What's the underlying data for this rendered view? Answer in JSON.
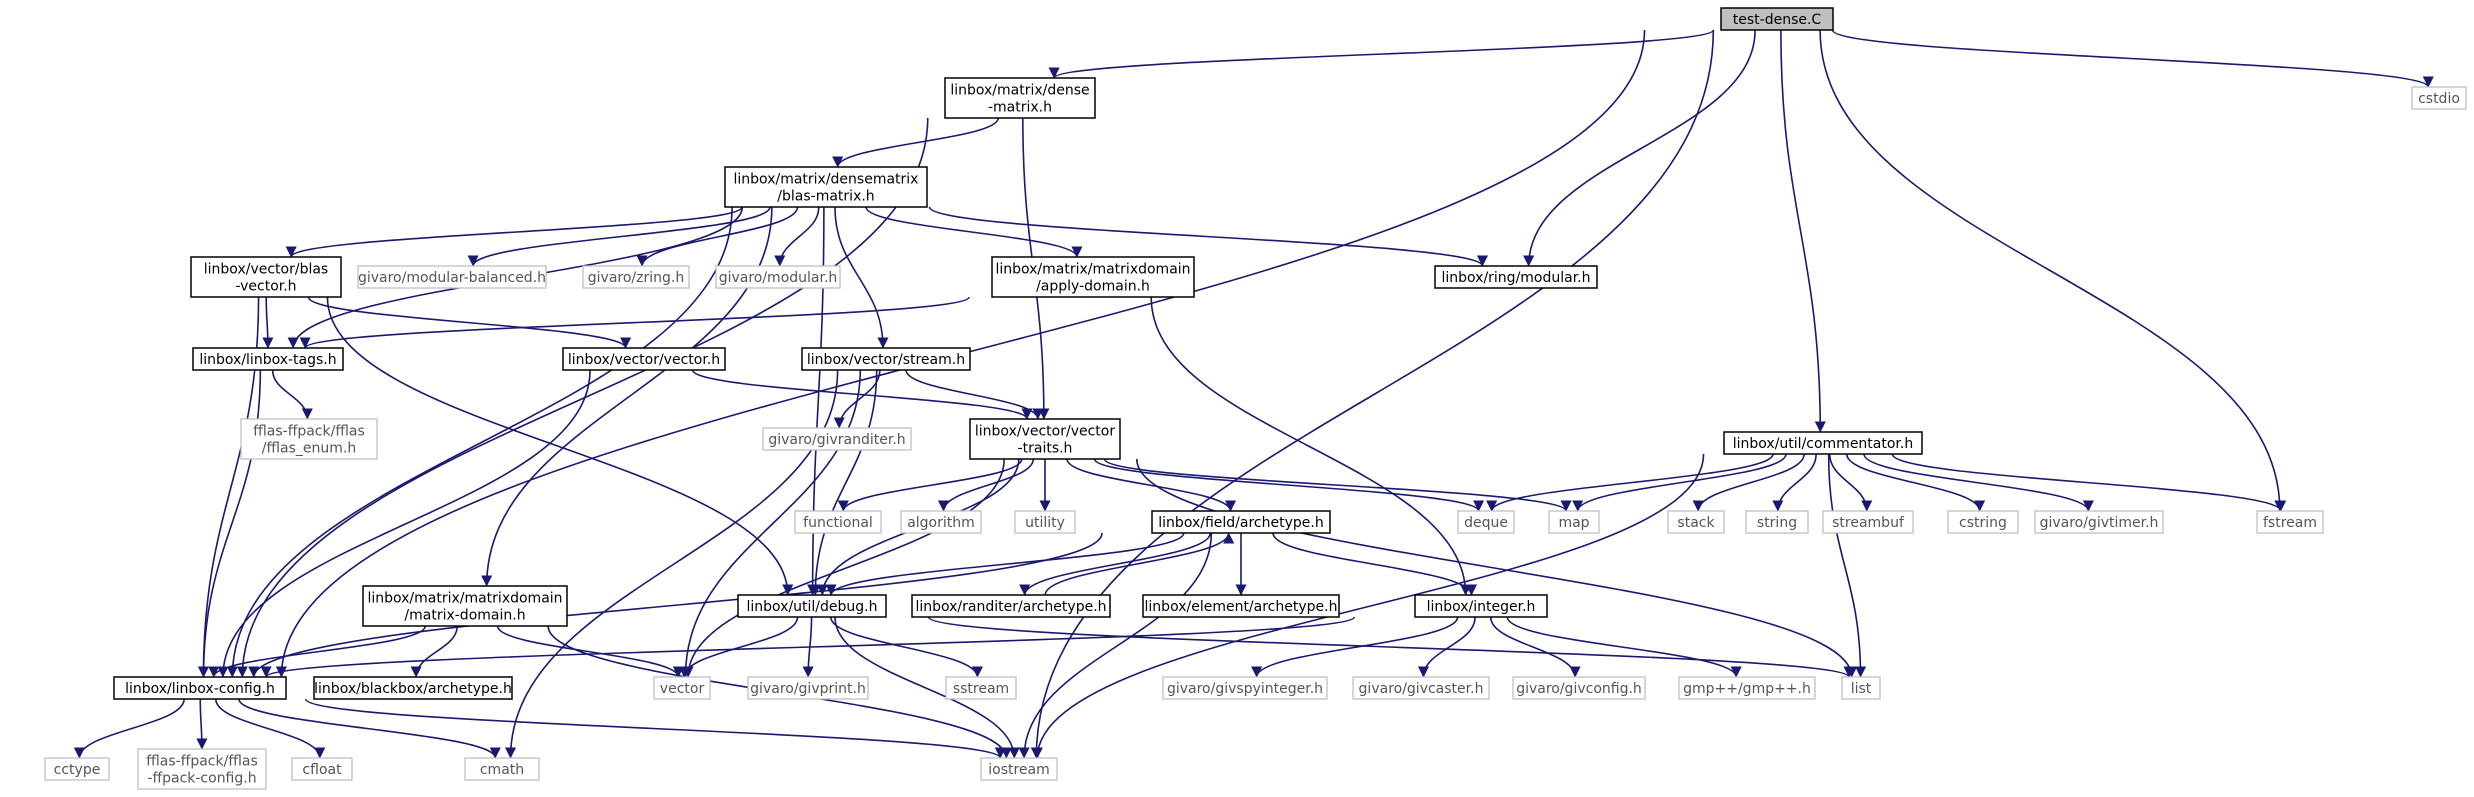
{
  "graph": {
    "nodes": [
      {
        "id": "test_dense",
        "label": [
          "test-dense.C"
        ],
        "kind": "header"
      },
      {
        "id": "dense_matrix",
        "label": [
          "linbox/matrix/dense",
          "-matrix.h"
        ],
        "kind": "local"
      },
      {
        "id": "cstdio",
        "label": [
          "cstdio"
        ],
        "kind": "system"
      },
      {
        "id": "blas_matrix",
        "label": [
          "linbox/matrix/densematrix",
          "/blas-matrix.h"
        ],
        "kind": "local"
      },
      {
        "id": "blas_vector",
        "label": [
          "linbox/vector/blas",
          "-vector.h"
        ],
        "kind": "local"
      },
      {
        "id": "modular_balanced",
        "label": [
          "givaro/modular-balanced.h"
        ],
        "kind": "system"
      },
      {
        "id": "zring",
        "label": [
          "givaro/zring.h"
        ],
        "kind": "system"
      },
      {
        "id": "givaro_modular",
        "label": [
          "givaro/modular.h"
        ],
        "kind": "system"
      },
      {
        "id": "apply_domain",
        "label": [
          "linbox/matrix/matrixdomain",
          "/apply-domain.h"
        ],
        "kind": "local"
      },
      {
        "id": "ring_modular",
        "label": [
          "linbox/ring/modular.h"
        ],
        "kind": "local"
      },
      {
        "id": "linbox_tags",
        "label": [
          "linbox/linbox-tags.h"
        ],
        "kind": "local"
      },
      {
        "id": "vector_h",
        "label": [
          "linbox/vector/vector.h"
        ],
        "kind": "local"
      },
      {
        "id": "stream_h",
        "label": [
          "linbox/vector/stream.h"
        ],
        "kind": "local"
      },
      {
        "id": "fflas_enum",
        "label": [
          "fflas-ffpack/fflas",
          "/fflas_enum.h"
        ],
        "kind": "system"
      },
      {
        "id": "givranditer",
        "label": [
          "givaro/givranditer.h"
        ],
        "kind": "system"
      },
      {
        "id": "vector_traits",
        "label": [
          "linbox/vector/vector",
          "-traits.h"
        ],
        "kind": "local"
      },
      {
        "id": "commentator",
        "label": [
          "linbox/util/commentator.h"
        ],
        "kind": "local"
      },
      {
        "id": "functional",
        "label": [
          "functional"
        ],
        "kind": "system"
      },
      {
        "id": "algorithm",
        "label": [
          "algorithm"
        ],
        "kind": "system"
      },
      {
        "id": "utility",
        "label": [
          "utility"
        ],
        "kind": "system"
      },
      {
        "id": "field_archetype",
        "label": [
          "linbox/field/archetype.h"
        ],
        "kind": "local"
      },
      {
        "id": "deque",
        "label": [
          "deque"
        ],
        "kind": "system"
      },
      {
        "id": "map",
        "label": [
          "map"
        ],
        "kind": "system"
      },
      {
        "id": "stack",
        "label": [
          "stack"
        ],
        "kind": "system"
      },
      {
        "id": "string",
        "label": [
          "string"
        ],
        "kind": "system"
      },
      {
        "id": "streambuf",
        "label": [
          "streambuf"
        ],
        "kind": "system"
      },
      {
        "id": "cstring",
        "label": [
          "cstring"
        ],
        "kind": "system"
      },
      {
        "id": "givtimer",
        "label": [
          "givaro/givtimer.h"
        ],
        "kind": "system"
      },
      {
        "id": "fstream",
        "label": [
          "fstream"
        ],
        "kind": "system"
      },
      {
        "id": "matrix_domain",
        "label": [
          "linbox/matrix/matrixdomain",
          "/matrix-domain.h"
        ],
        "kind": "local"
      },
      {
        "id": "debug_h",
        "label": [
          "linbox/util/debug.h"
        ],
        "kind": "local"
      },
      {
        "id": "randiter_archetype",
        "label": [
          "linbox/randiter/archetype.h"
        ],
        "kind": "local"
      },
      {
        "id": "element_archetype",
        "label": [
          "linbox/element/archetype.h"
        ],
        "kind": "local"
      },
      {
        "id": "integer_h",
        "label": [
          "linbox/integer.h"
        ],
        "kind": "local"
      },
      {
        "id": "linbox_config",
        "label": [
          "linbox/linbox-config.h"
        ],
        "kind": "local"
      },
      {
        "id": "blackbox_archetype",
        "label": [
          "linbox/blackbox/archetype.h"
        ],
        "kind": "local"
      },
      {
        "id": "vector_std",
        "label": [
          "vector"
        ],
        "kind": "system"
      },
      {
        "id": "givprint",
        "label": [
          "givaro/givprint.h"
        ],
        "kind": "system"
      },
      {
        "id": "sstream",
        "label": [
          "sstream"
        ],
        "kind": "system"
      },
      {
        "id": "givspyinteger",
        "label": [
          "givaro/givspyinteger.h"
        ],
        "kind": "system"
      },
      {
        "id": "givcaster",
        "label": [
          "givaro/givcaster.h"
        ],
        "kind": "system"
      },
      {
        "id": "givconfig",
        "label": [
          "givaro/givconfig.h"
        ],
        "kind": "system"
      },
      {
        "id": "gmpxx",
        "label": [
          "gmp++/gmp++.h"
        ],
        "kind": "system"
      },
      {
        "id": "list",
        "label": [
          "list"
        ],
        "kind": "system"
      },
      {
        "id": "cctype",
        "label": [
          "cctype"
        ],
        "kind": "system"
      },
      {
        "id": "fflas_config",
        "label": [
          "fflas-ffpack/fflas",
          "-ffpack-config.h"
        ],
        "kind": "system"
      },
      {
        "id": "cfloat",
        "label": [
          "cfloat"
        ],
        "kind": "system"
      },
      {
        "id": "cmath",
        "label": [
          "cmath"
        ],
        "kind": "system"
      },
      {
        "id": "iostream",
        "label": [
          "iostream"
        ],
        "kind": "system"
      }
    ],
    "edges": [
      [
        "test_dense",
        "dense_matrix"
      ],
      [
        "test_dense",
        "cstdio"
      ],
      [
        "test_dense",
        "ring_modular"
      ],
      [
        "test_dense",
        "commentator"
      ],
      [
        "test_dense",
        "fstream"
      ],
      [
        "test_dense",
        "linbox_config"
      ],
      [
        "test_dense",
        "iostream"
      ],
      [
        "dense_matrix",
        "blas_matrix"
      ],
      [
        "dense_matrix",
        "linbox_config"
      ],
      [
        "dense_matrix",
        "vector_traits"
      ],
      [
        "blas_matrix",
        "blas_vector"
      ],
      [
        "blas_matrix",
        "modular_balanced"
      ],
      [
        "blas_matrix",
        "zring"
      ],
      [
        "blas_matrix",
        "givaro_modular"
      ],
      [
        "blas_matrix",
        "apply_domain"
      ],
      [
        "blas_matrix",
        "ring_modular"
      ],
      [
        "blas_matrix",
        "linbox_tags"
      ],
      [
        "blas_matrix",
        "stream_h"
      ],
      [
        "blas_matrix",
        "matrix_domain"
      ],
      [
        "blas_matrix",
        "debug_h"
      ],
      [
        "blas_matrix",
        "linbox_config"
      ],
      [
        "blas_vector",
        "linbox_tags"
      ],
      [
        "blas_vector",
        "vector_h"
      ],
      [
        "blas_vector",
        "linbox_config"
      ],
      [
        "blas_vector",
        "debug_h"
      ],
      [
        "apply_domain",
        "linbox_tags"
      ],
      [
        "apply_domain",
        "integer_h"
      ],
      [
        "linbox_tags",
        "fflas_enum"
      ],
      [
        "linbox_tags",
        "linbox_config"
      ],
      [
        "vector_h",
        "vector_traits"
      ],
      [
        "vector_h",
        "linbox_config"
      ],
      [
        "stream_h",
        "givranditer"
      ],
      [
        "stream_h",
        "vector_traits"
      ],
      [
        "stream_h",
        "vector_std"
      ],
      [
        "stream_h",
        "debug_h"
      ],
      [
        "stream_h",
        "cmath"
      ],
      [
        "vector_traits",
        "functional"
      ],
      [
        "vector_traits",
        "algorithm"
      ],
      [
        "vector_traits",
        "utility"
      ],
      [
        "vector_traits",
        "field_archetype"
      ],
      [
        "vector_traits",
        "deque"
      ],
      [
        "vector_traits",
        "map"
      ],
      [
        "vector_traits",
        "list"
      ],
      [
        "vector_traits",
        "vector_std"
      ],
      [
        "vector_traits",
        "debug_h"
      ],
      [
        "commentator",
        "deque"
      ],
      [
        "commentator",
        "map"
      ],
      [
        "commentator",
        "stack"
      ],
      [
        "commentator",
        "string"
      ],
      [
        "commentator",
        "streambuf"
      ],
      [
        "commentator",
        "cstring"
      ],
      [
        "commentator",
        "givtimer"
      ],
      [
        "commentator",
        "fstream"
      ],
      [
        "commentator",
        "list"
      ],
      [
        "commentator",
        "iostream"
      ],
      [
        "field_archetype",
        "debug_h"
      ],
      [
        "field_archetype",
        "randiter_archetype"
      ],
      [
        "field_archetype",
        "element_archetype"
      ],
      [
        "field_archetype",
        "integer_h"
      ],
      [
        "field_archetype",
        "linbox_config"
      ],
      [
        "field_archetype",
        "iostream"
      ],
      [
        "randiter_archetype",
        "field_archetype"
      ],
      [
        "matrix_domain",
        "linbox_config"
      ],
      [
        "matrix_domain",
        "blackbox_archetype"
      ],
      [
        "matrix_domain",
        "vector_std"
      ],
      [
        "matrix_domain",
        "iostream"
      ],
      [
        "debug_h",
        "vector_std"
      ],
      [
        "debug_h",
        "givprint"
      ],
      [
        "debug_h",
        "sstream"
      ],
      [
        "debug_h",
        "iostream"
      ],
      [
        "debug_h",
        "list"
      ],
      [
        "integer_h",
        "givspyinteger"
      ],
      [
        "integer_h",
        "givcaster"
      ],
      [
        "integer_h",
        "givconfig"
      ],
      [
        "integer_h",
        "gmpxx"
      ],
      [
        "integer_h",
        "linbox_config"
      ],
      [
        "linbox_config",
        "cctype"
      ],
      [
        "linbox_config",
        "fflas_config"
      ],
      [
        "linbox_config",
        "cfloat"
      ],
      [
        "linbox_config",
        "cmath"
      ],
      [
        "linbox_config",
        "iostream"
      ]
    ]
  },
  "colors": {
    "edge": "#191970",
    "focus_fill": "#bfbfbf",
    "local_border": "#000000",
    "system_border": "#bfbfbf",
    "system_text": "#555555"
  }
}
